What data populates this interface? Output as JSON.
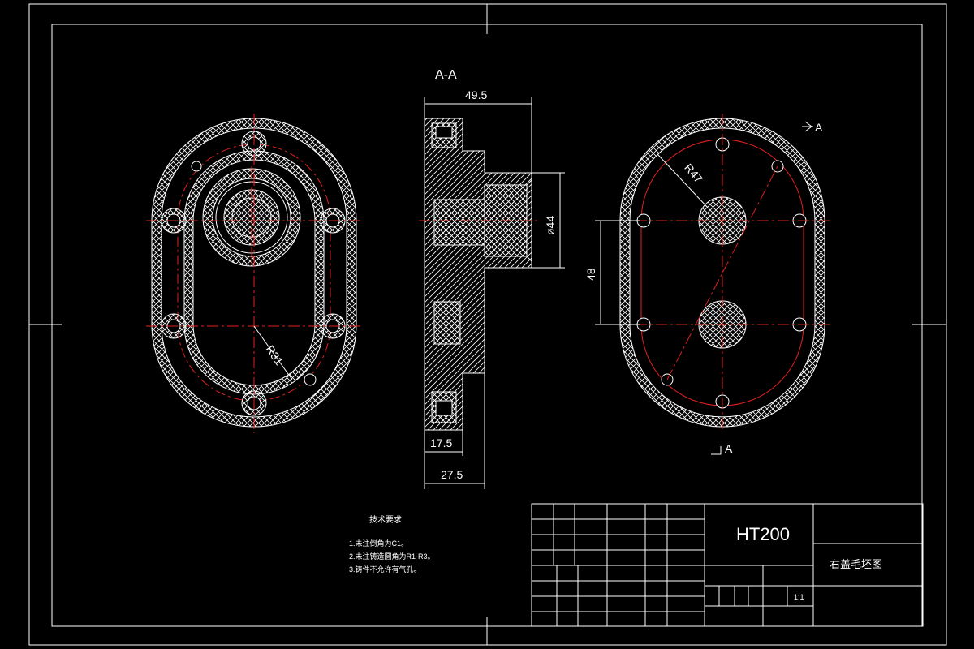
{
  "colors": {
    "background": "#000000",
    "line": "#ffffff",
    "center_line": "#e0201e",
    "hatch": "#ffffff"
  },
  "drawing": {
    "section_label": "A-A",
    "cut_marker": "A",
    "dimensions": {
      "overall_length": "49.5",
      "boss_diameter": "ø44",
      "flange_thickness": "17.5",
      "body_thickness": "27.5",
      "center_distance": "48",
      "radius_front": "R31",
      "radius_back": "R47"
    }
  },
  "tech_requirements": {
    "title": "技术要求",
    "items": [
      "1.未注倒角为C1。",
      "2.未注铸造圆角为R1-R3。",
      "3.铸件不允许有气孔。"
    ]
  },
  "title_block": {
    "material": "HT200",
    "part_name": "右盖毛坯图",
    "scale": "1:1"
  }
}
